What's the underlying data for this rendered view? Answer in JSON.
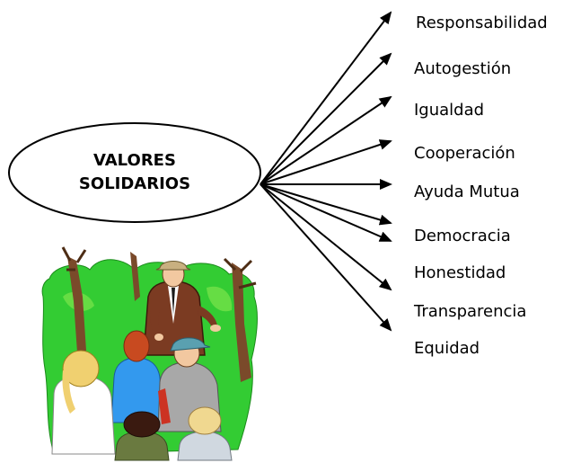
{
  "center": {
    "line1": "VALORES",
    "line2": "SOLIDARIOS"
  },
  "values": [
    "Responsabilidad",
    "Autogestión",
    "Igualdad",
    "Cooperación",
    "Ayuda Mutua",
    "Democracia",
    "Honestidad",
    "Transparencia",
    "Equidad"
  ],
  "illustration": "group-meeting-clipart",
  "colors": {
    "line": "#000000",
    "foliage": "#33cc33",
    "trunk": "#8b4513"
  }
}
